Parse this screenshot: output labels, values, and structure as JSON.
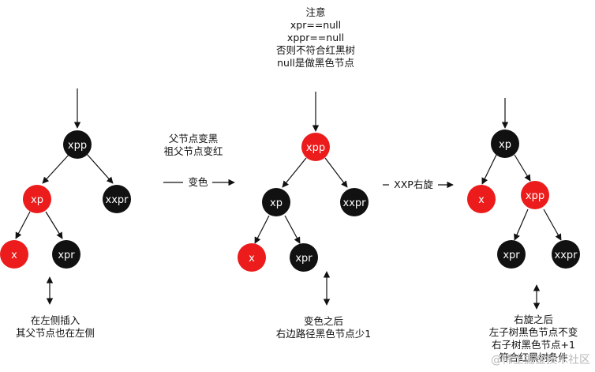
{
  "colors": {
    "red_node": "#ec1c1c",
    "black_node": "#111111",
    "node_text": "#ffffff",
    "line": "#111111"
  },
  "trees": [
    {
      "nodes": {
        "xpp": "xpp",
        "xp": "xp",
        "xxpr": "xxpr",
        "x": "x",
        "xpr": "xpr"
      }
    },
    {
      "nodes": {
        "xpp": "xpp",
        "xp": "xp",
        "xxpr": "xxpr",
        "x": "x",
        "xpr": "xpr"
      }
    },
    {
      "nodes": {
        "xp": "xp",
        "x": "x",
        "xpp": "xpp",
        "xpr": "xpr",
        "xxpr": "xxpr"
      }
    }
  ],
  "notes": {
    "top": [
      "注意",
      "xpr==null",
      "xppr==null",
      "否则不符合红黑树",
      "null是做黑色节点"
    ],
    "step1": [
      "父节点变黑",
      "祖父节点变红"
    ],
    "left_bottom": [
      "在左侧插入",
      "其父节点也在左侧"
    ],
    "middle_bottom": [
      "变色之后",
      "右边路径黑色节点少1"
    ],
    "right_bottom": [
      "右旋之后",
      "左子树黑色节点不变",
      "右子树黑色节点+1",
      "符合红黑树条件"
    ]
  },
  "arrows": {
    "recolor": "变色",
    "rotate": "XXP右旋"
  },
  "watermark": "@稀土掘金技术社区"
}
